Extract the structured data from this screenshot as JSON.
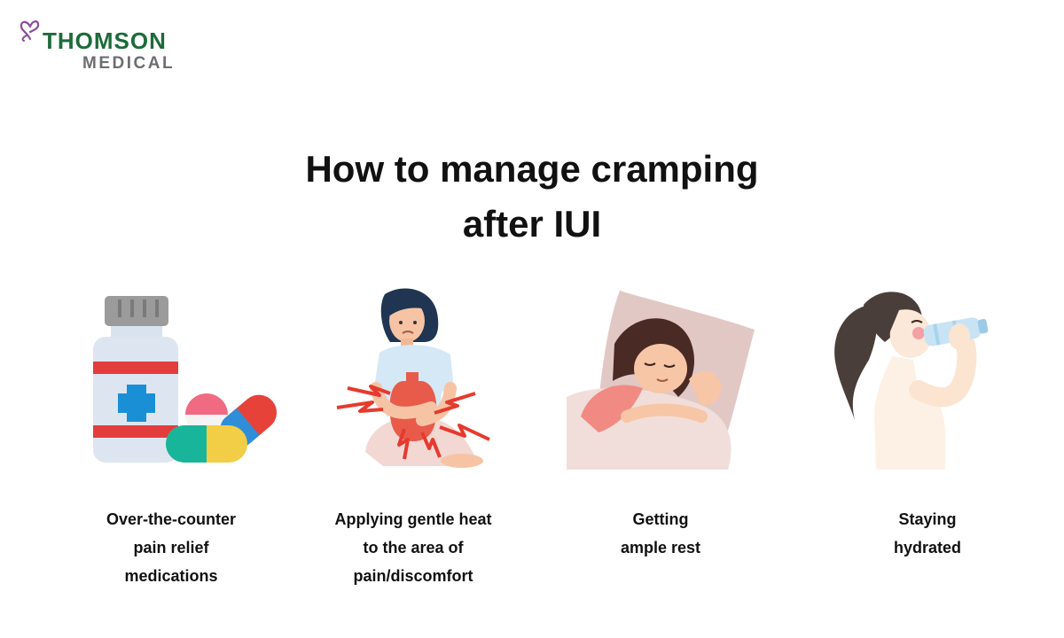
{
  "brand": {
    "line1": "THOMSON",
    "line2": "MEDICAL",
    "colors": {
      "primary_green": "#1d6b3a",
      "secondary_gray": "#6d6e71",
      "mark_purple": "#8b4a9c"
    },
    "icon": "butterfly-icon"
  },
  "heading": {
    "line1": "How to manage cramping",
    "line2": "after IUI"
  },
  "tips": [
    {
      "illustration": "medication-bottle-and-pills-icon",
      "lines": [
        "Over-the-counter",
        "pain relief",
        "medications"
      ]
    },
    {
      "illustration": "woman-with-hot-water-bottle-icon",
      "lines": [
        "Applying gentle heat",
        "to the area of",
        "pain/discomfort"
      ]
    },
    {
      "illustration": "woman-sleeping-on-pillow-icon",
      "lines": [
        "Getting",
        "ample rest"
      ]
    },
    {
      "illustration": "woman-drinking-water-icon",
      "lines": [
        "Staying",
        "hydrated"
      ]
    }
  ]
}
